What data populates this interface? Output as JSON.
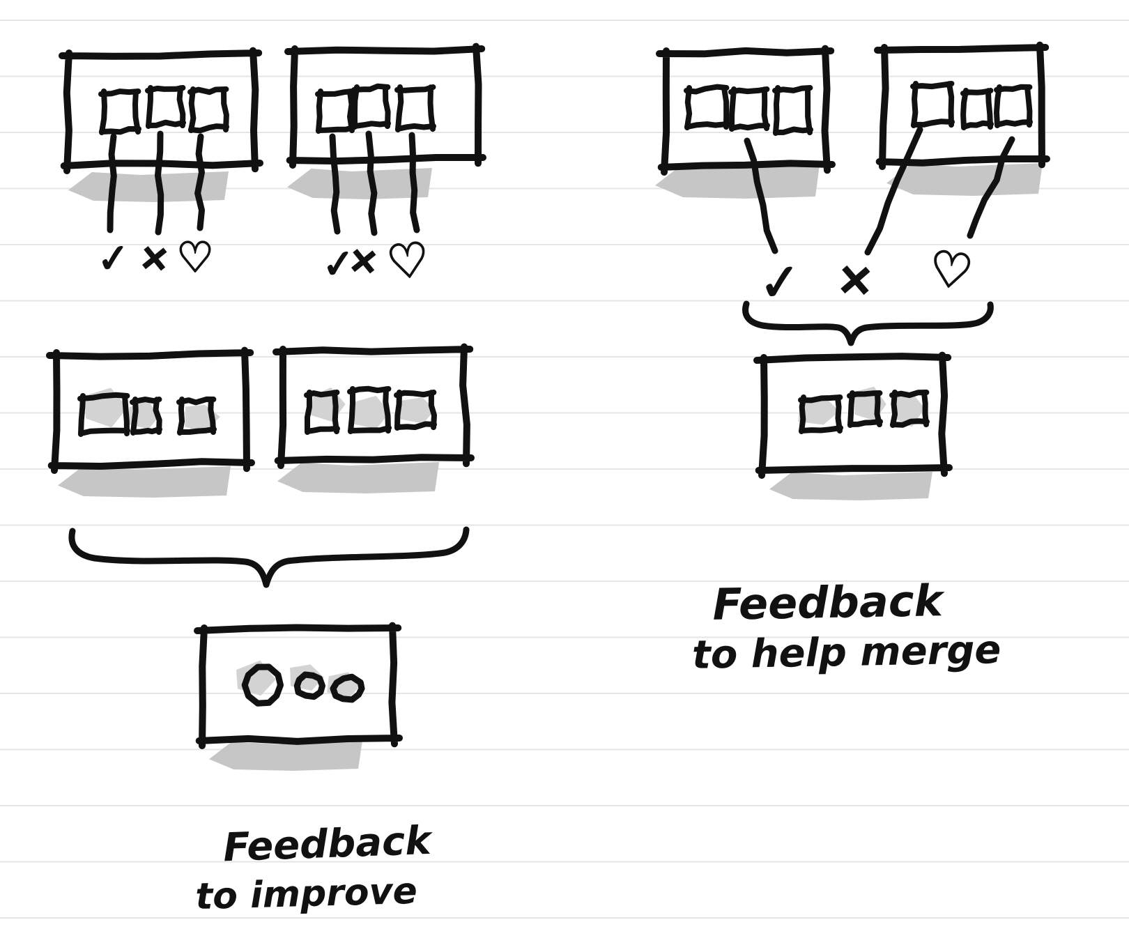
{
  "page": {
    "paper_style": "ruled",
    "background_color": "#ffffff",
    "ruled_line_color": "#e5e5e5",
    "ink_color": "#111111",
    "shadow_color": "#c6c6c6",
    "highlight_color": "#d3d3d3"
  },
  "symbols": {
    "check": "✓",
    "cross": "×",
    "heart": "♡"
  },
  "captions": {
    "left": {
      "line1": "Feedback",
      "line2": "to improve"
    },
    "right": {
      "line1": "Feedback",
      "line2": "to help merge"
    }
  }
}
